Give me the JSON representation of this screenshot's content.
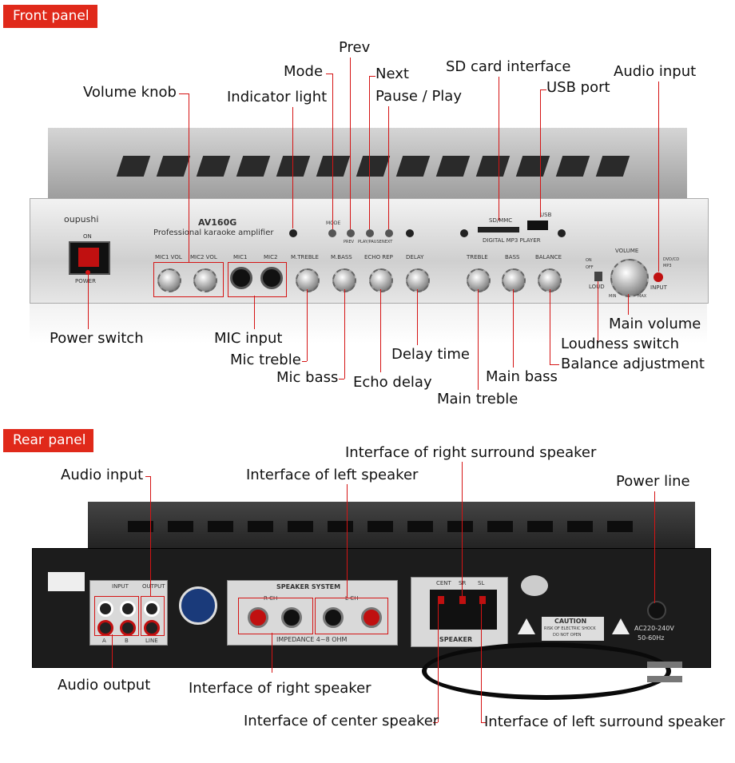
{
  "sections": {
    "front": "Front panel",
    "rear": "Rear panel"
  },
  "front_labels": {
    "prev": "Prev",
    "mode": "Mode",
    "next": "Next",
    "pause_play": "Pause / Play",
    "sd_card": "SD card interface",
    "usb_port": "USB port",
    "audio_input": "Audio input",
    "volume_knob": "Volume knob",
    "indicator_light": "Indicator light",
    "power_switch": "Power switch",
    "mic_input": "MIC input",
    "mic_treble": "Mic treble",
    "mic_bass": "Mic bass",
    "echo_delay": "Echo delay",
    "delay_time": "Delay time",
    "main_treble": "Main treble",
    "main_bass": "Main bass",
    "balance_adjustment": "Balance adjustment",
    "loudness_switch": "Loudness switch",
    "main_volume": "Main volume"
  },
  "rear_labels": {
    "audio_input": "Audio input",
    "left_speaker": "Interface of left speaker",
    "right_surround": "Interface of right surround speaker",
    "power_line": "Power line",
    "audio_output": "Audio output",
    "right_speaker": "Interface of right speaker",
    "center_speaker": "Interface of center speaker",
    "left_surround": "Interface of left surround speaker"
  },
  "device_front": {
    "brand": "oupushi",
    "model": "AV160G",
    "subtitle": "Professional karaoke amplifier",
    "on": "ON",
    "power": "POWER",
    "mic1_vol": "MIC1 VOL",
    "mic2_vol": "MIC2 VOL",
    "mic1": "MIC1",
    "mic2": "MIC2",
    "m_treble": "M.TREBLE",
    "m_bass": "M.BASS",
    "echo_rep": "ECHO REP",
    "delay": "DELAY",
    "treble": "TREBLE",
    "bass": "BASS",
    "balance": "BALANCE",
    "volume": "VOLUME",
    "mode": "MODE",
    "prev": "PREV",
    "playpause": "PLAY/PAUSE",
    "next": "NEXT",
    "sd_mmc": "SD/MMC",
    "usb": "USB",
    "mp3_player": "DIGITAL MP3 PLAYER",
    "loud": "LOUD",
    "input": "INPUT",
    "dvd_cd": "DVD/CD",
    "mp3": "MP3",
    "on_off_on": "ON",
    "on_off_off": "OFF",
    "min": "MIN",
    "max": "MAX"
  },
  "device_rear": {
    "input": "INPUT",
    "output": "OUTPUT",
    "a": "A",
    "b": "B",
    "line": "LINE",
    "speaker_system": "SPEAKER SYSTEM",
    "r_ch": "R-CH",
    "l_ch": "L-CH",
    "impedance": "IMPEDANCE 4~8 OHM",
    "cent": "CENT",
    "sr": "SR",
    "sl": "SL",
    "speaker": "SPEAKER",
    "caution": "CAUTION",
    "caution_text1": "RISK OF ELECTRIC SHOCK",
    "caution_text2": "DO NOT OPEN",
    "ac": "AC220-240V",
    "hz": "50-60Hz"
  },
  "colors": {
    "accent": "#e0291a",
    "leader": "#d51414"
  }
}
